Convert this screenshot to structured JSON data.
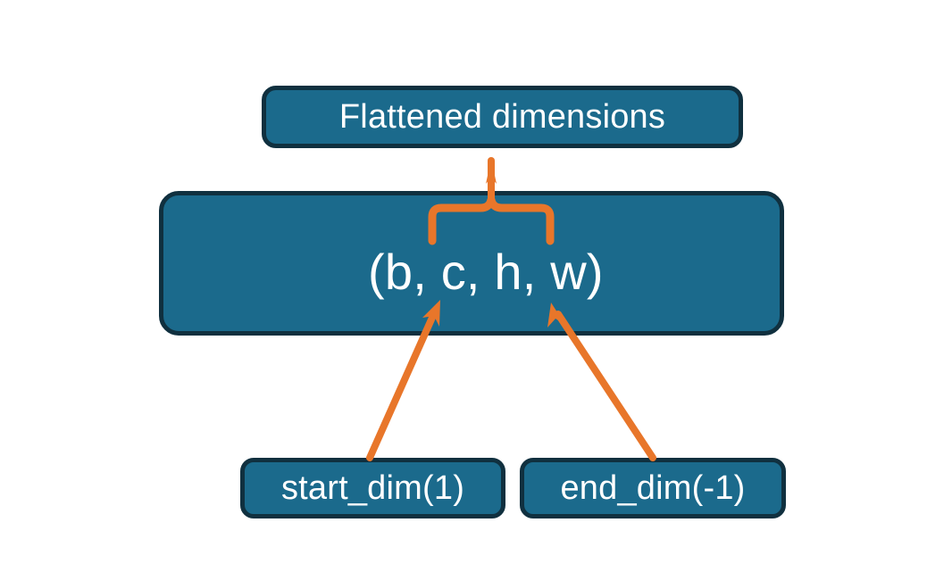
{
  "diagram": {
    "title_node": {
      "label": "Flattened dimensions",
      "name": "flattened-dimensions-box"
    },
    "shape_node": {
      "label": "(b, c, h, w)",
      "name": "tensor-shape-box"
    },
    "start_node": {
      "label": "start_dim(1)",
      "name": "start-dim-box"
    },
    "end_node": {
      "label": "end_dim(-1)",
      "name": "end-dim-box"
    },
    "connectors": [
      {
        "name": "brace-to-flattened",
        "kind": "curly-brace-with-pointer",
        "from": "tensor-shape-box",
        "to": "flattened-dimensions-box"
      },
      {
        "name": "arrow-start-dim-to-shape",
        "kind": "arrow",
        "from": "start-dim-box",
        "to": "tensor-shape-box"
      },
      {
        "name": "arrow-end-dim-to-shape",
        "kind": "arrow",
        "from": "end-dim-box",
        "to": "tensor-shape-box"
      }
    ],
    "colors": {
      "node_fill": "#1b6a8c",
      "node_border": "#10303f",
      "node_text": "#ffffff",
      "connector": "#e8762a",
      "background": "#ffffff"
    }
  }
}
